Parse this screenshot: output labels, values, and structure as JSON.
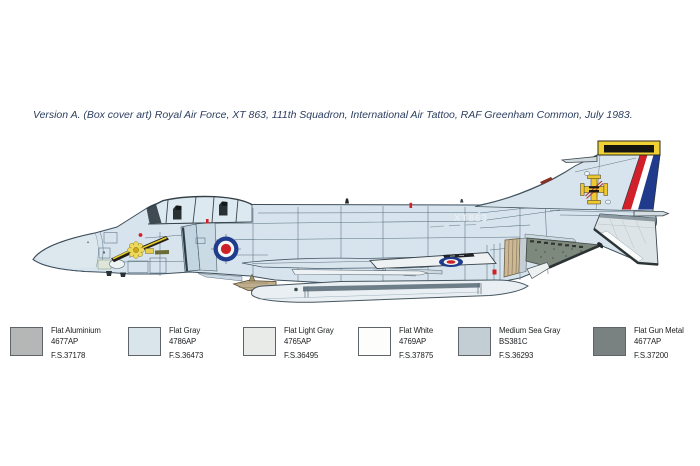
{
  "caption": {
    "text": "Version A. (Box cover art) Royal Air Force, XT 863, 111th Squadron, International Air Tattoo, RAF Greenham Common, July 1983."
  },
  "aircraft": {
    "serial": "XT863"
  },
  "palette": {
    "swatches": [
      {
        "name": "Flat Aluminium",
        "code": "4677AP",
        "fs": "F.S.37178",
        "hex": "#b4b7b6"
      },
      {
        "name": "Flat Gray",
        "code": "4786AP",
        "fs": "F.S.36473",
        "hex": "#d9e5ea"
      },
      {
        "name": "Flat Light Gray",
        "code": "4765AP",
        "fs": "F.S.36495",
        "hex": "#e9ebe8"
      },
      {
        "name": "Flat White",
        "code": "4769AP",
        "fs": "F.S.37875",
        "hex": "#fdfdfb"
      },
      {
        "name": "Medium Sea Gray",
        "code": "BS381C",
        "fs": "F.S.36293",
        "hex": "#c2ced4"
      },
      {
        "name": "Flat Gun Metal",
        "code": "4677AP",
        "fs": "F.S.37200",
        "hex": "#798280"
      }
    ]
  }
}
